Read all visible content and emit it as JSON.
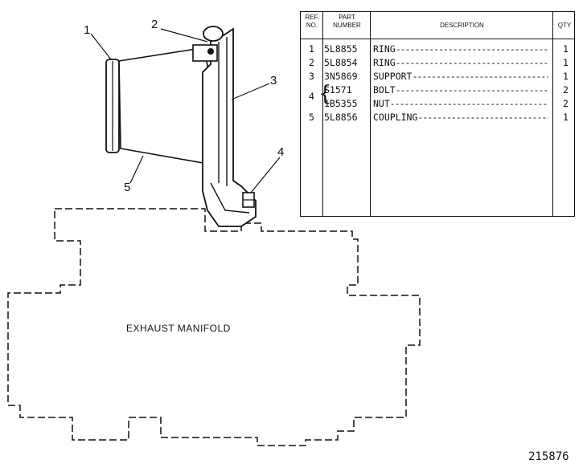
{
  "table": {
    "headers": {
      "ref": "REF. NO.",
      "part": "PART NUMBER",
      "description": "DESCRIPTION",
      "qty": "QTY"
    },
    "rows": [
      {
        "ref": "1",
        "part": "5L8855",
        "description": "RING",
        "qty": "1"
      },
      {
        "ref": "2",
        "part": "5L8854",
        "description": "RING",
        "qty": "1"
      },
      {
        "ref": "3",
        "part": "3N5869",
        "description": "SUPPORT",
        "qty": "1"
      },
      {
        "ref": "4",
        "part": "S1571",
        "description": "BOLT",
        "qty": "2"
      },
      {
        "ref": "",
        "part": "1B5355",
        "description": "NUT",
        "qty": "2"
      },
      {
        "ref": "5",
        "part": "5L8856",
        "description": "COUPLING",
        "qty": "1"
      }
    ]
  },
  "callouts": [
    "1",
    "2",
    "3",
    "4",
    "5"
  ],
  "manifold_label": "EXHAUST MANIFOLD",
  "figure_number": "215876"
}
